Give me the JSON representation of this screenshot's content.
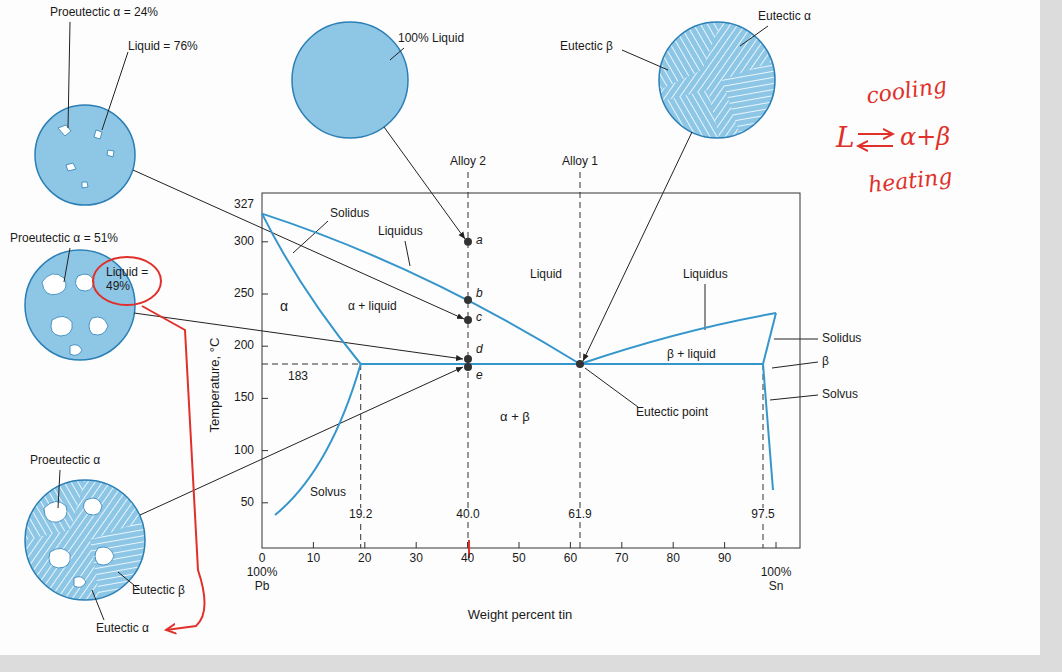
{
  "diagram": {
    "labels": [
      "Proeutectic α = 24%",
      "Liquid = 76%",
      "100% Liquid",
      "Eutectic α",
      "Eutectic β",
      "Alloy 2",
      "Alloy 1",
      "cooling",
      "L",
      "α+β",
      "heating",
      "327",
      "300",
      "250",
      "200",
      "150",
      "100",
      "50",
      "Solidus",
      "Liquidus",
      "Proeutectic α = 51%",
      "Liquid = 49%",
      "α",
      "α + liquid",
      "a",
      "b",
      "c",
      "d",
      "e",
      "Liquid",
      "Liquidus",
      "β + liquid",
      "Solidus",
      "β",
      "Solvus",
      "183",
      "Temperature, °C",
      "Eutectic point",
      "α + β",
      "Proeutectic α",
      "Solvus",
      "19.2",
      "40.0",
      "61.9",
      "97.5",
      "0",
      "100% Pb",
      "10",
      "20",
      "30",
      "40",
      "50",
      "60",
      "70",
      "80",
      "90",
      "100% Sn",
      "Eutectic β",
      "Eutectic α",
      "Weight percent tin"
    ]
  }
}
